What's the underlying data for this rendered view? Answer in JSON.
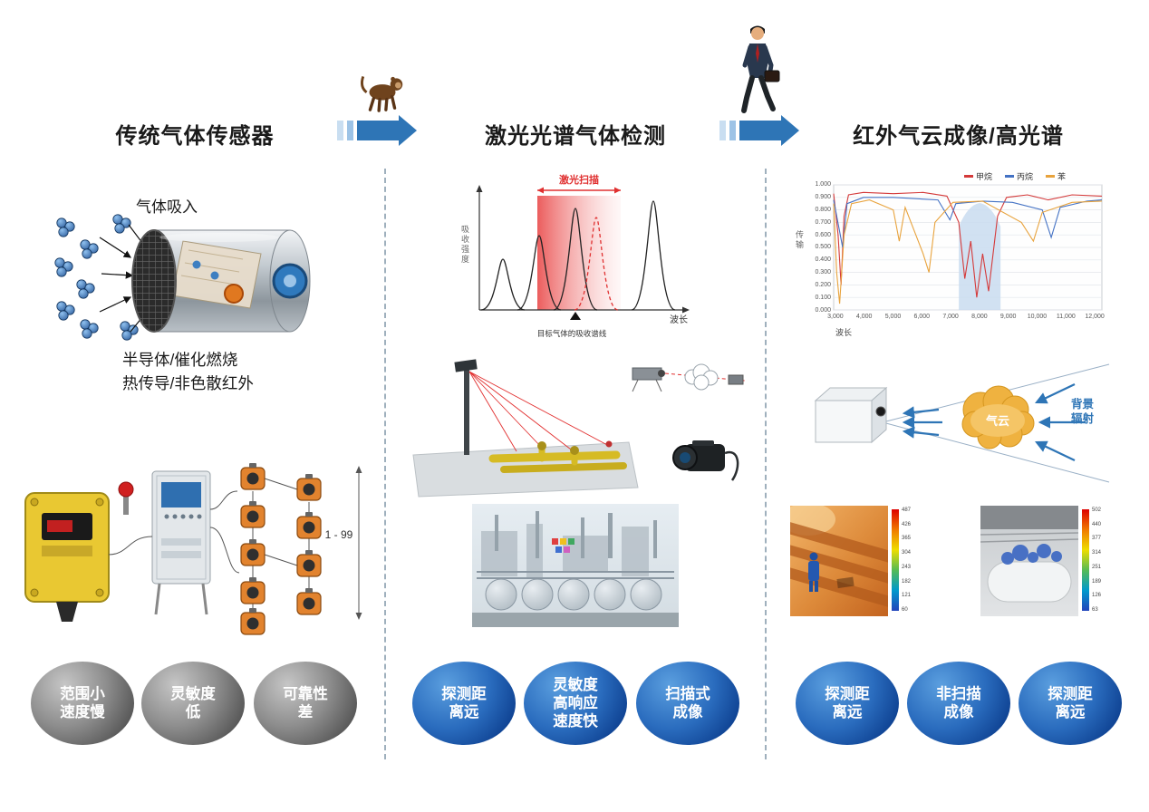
{
  "palette": {
    "arrow_blue": "#2e75b6",
    "arrow_light_blue": "#9dc3e6",
    "bubble_gray": "#565656",
    "bubble_blue": "#0c3e8e",
    "laser_red": "#e03030",
    "cloud_yellow": "#efb240",
    "divider_gray": "#9fb0bd"
  },
  "columns": [
    {
      "title": "传统气体传感器",
      "intake_label": "气体吸入",
      "tech_desc": "半导体/催化燃烧\n热传导/非色散红外",
      "detector_count_label": "1 - 99",
      "bubbles": [
        "范围小\n速度慢",
        "灵敏度\n低",
        "可靠性\n差"
      ]
    },
    {
      "title": "激光光谱气体检测",
      "bubbles": [
        "探测距\n离远",
        "灵敏度\n高响应\n速度快",
        "扫描式\n成像"
      ]
    },
    {
      "title": "红外气云成像/高光谱",
      "cloud_label": "气云",
      "radiation_label": "背景\n辐射",
      "thermal_left": {
        "scale": [
          "487",
          "426",
          "365",
          "304",
          "243",
          "182",
          "121",
          "60"
        ]
      },
      "thermal_right": {
        "scale": [
          "502",
          "440",
          "377",
          "314",
          "251",
          "189",
          "126",
          "63"
        ]
      },
      "bubbles": [
        "探测距\n离远",
        "非扫描\n成像",
        "探测距\n离远"
      ]
    }
  ],
  "chart_data": [
    {
      "type": "line",
      "name": "laser-absorption-spectrum",
      "scan_label": "激光扫描",
      "ylabel": "吸收强度",
      "xlabel": "波长",
      "annotation": "目标气体的吸收谱线",
      "grid": false,
      "legend_position": "none"
    },
    {
      "type": "line",
      "name": "infrared-transmission-spectrum",
      "ylabel": "传输",
      "xlabel": "波长",
      "xlim": [
        3000,
        12000
      ],
      "ylim": [
        0,
        1
      ],
      "x_ticks": [
        "3,000",
        "4,000",
        "5,000",
        "6,000",
        "7,000",
        "8,000",
        "9,000",
        "10,000",
        "11,000",
        "12,000"
      ],
      "y_ticks": [
        "1.000",
        "0.900",
        "0.800",
        "0.700",
        "0.600",
        "0.500",
        "0.400",
        "0.300",
        "0.200",
        "0.100",
        "0.000"
      ],
      "grid": true,
      "legend_position": "top",
      "shaded_band_x": [
        7200,
        8600
      ],
      "series": [
        {
          "name": "甲烷",
          "color": "#d43a3a",
          "points": [
            [
              3000,
              0.93
            ],
            [
              3150,
              0.6
            ],
            [
              3250,
              0.2
            ],
            [
              3350,
              0.75
            ],
            [
              3500,
              0.92
            ],
            [
              4000,
              0.94
            ],
            [
              5000,
              0.93
            ],
            [
              6000,
              0.94
            ],
            [
              6800,
              0.91
            ],
            [
              7200,
              0.7
            ],
            [
              7400,
              0.25
            ],
            [
              7600,
              0.55
            ],
            [
              7800,
              0.1
            ],
            [
              8000,
              0.45
            ],
            [
              8200,
              0.15
            ],
            [
              8500,
              0.75
            ],
            [
              8800,
              0.9
            ],
            [
              9500,
              0.92
            ],
            [
              10200,
              0.88
            ],
            [
              11000,
              0.92
            ],
            [
              12000,
              0.91
            ]
          ]
        },
        {
          "name": "丙烷",
          "color": "#4472c4",
          "points": [
            [
              3000,
              0.88
            ],
            [
              3300,
              0.5
            ],
            [
              3450,
              0.85
            ],
            [
              4000,
              0.9
            ],
            [
              5000,
              0.9
            ],
            [
              6500,
              0.88
            ],
            [
              6900,
              0.72
            ],
            [
              7100,
              0.85
            ],
            [
              8000,
              0.87
            ],
            [
              9000,
              0.86
            ],
            [
              10000,
              0.8
            ],
            [
              10300,
              0.58
            ],
            [
              10600,
              0.82
            ],
            [
              11500,
              0.87
            ],
            [
              12000,
              0.88
            ]
          ]
        },
        {
          "name": "苯",
          "color": "#e8a33d",
          "points": [
            [
              3000,
              0.85
            ],
            [
              3100,
              0.3
            ],
            [
              3200,
              0.05
            ],
            [
              3350,
              0.6
            ],
            [
              3600,
              0.85
            ],
            [
              4200,
              0.88
            ],
            [
              5000,
              0.8
            ],
            [
              5200,
              0.55
            ],
            [
              5400,
              0.82
            ],
            [
              6000,
              0.45
            ],
            [
              6200,
              0.3
            ],
            [
              6400,
              0.7
            ],
            [
              7000,
              0.86
            ],
            [
              8000,
              0.87
            ],
            [
              9300,
              0.7
            ],
            [
              9700,
              0.55
            ],
            [
              10000,
              0.78
            ],
            [
              11000,
              0.86
            ],
            [
              12000,
              0.87
            ]
          ]
        }
      ]
    }
  ]
}
